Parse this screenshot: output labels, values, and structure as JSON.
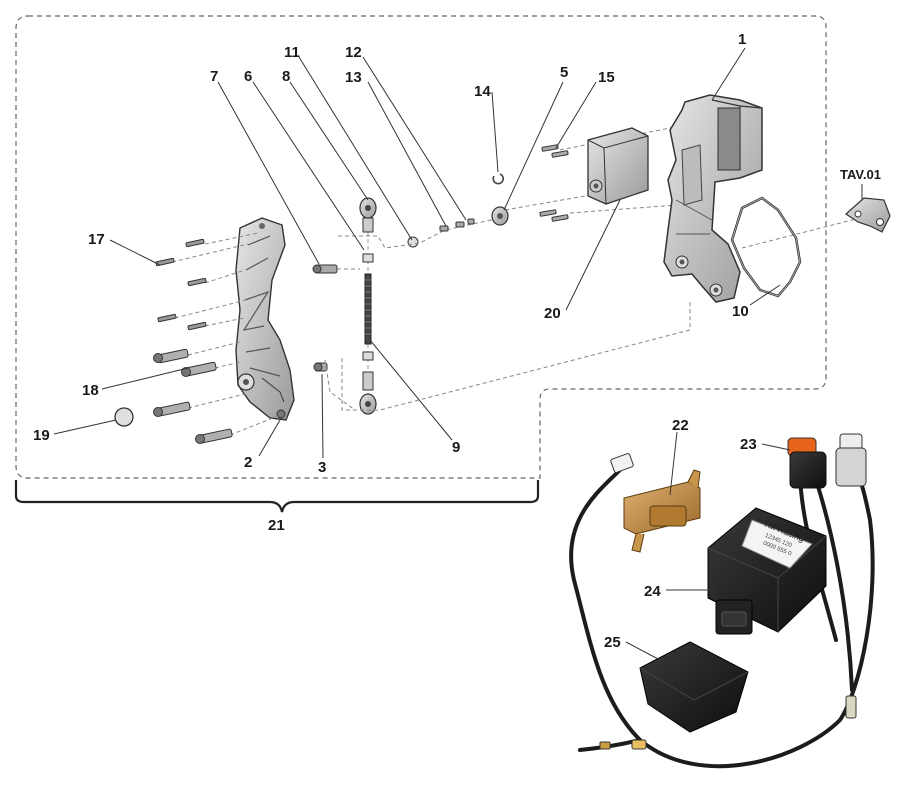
{
  "diagram": {
    "callouts": {
      "p1": "1",
      "p2": "2",
      "p3": "3",
      "p5": "5",
      "p6": "6",
      "p7": "7",
      "p8": "8",
      "p9": "9",
      "p10": "10",
      "p11": "11",
      "p12": "12",
      "p13": "13",
      "p14": "14",
      "p15": "15",
      "p17": "17",
      "p18": "18",
      "p19": "19",
      "p20": "20",
      "p21": "21",
      "p22": "22",
      "p23": "23",
      "p24": "24",
      "p25": "25",
      "tav": "TAV.01"
    },
    "ecu_label": {
      "brand": "TM Racing",
      "line2": "12345  120",
      "line3": "0000  555 0"
    },
    "colors": {
      "line": "#333333",
      "part_fill": "#c9c9c9",
      "part_dark": "#3a3a3a",
      "ecu_black": "#1e1e1e",
      "connector_orange": "#e8631c",
      "bracket_copper": "#c8964a"
    }
  }
}
